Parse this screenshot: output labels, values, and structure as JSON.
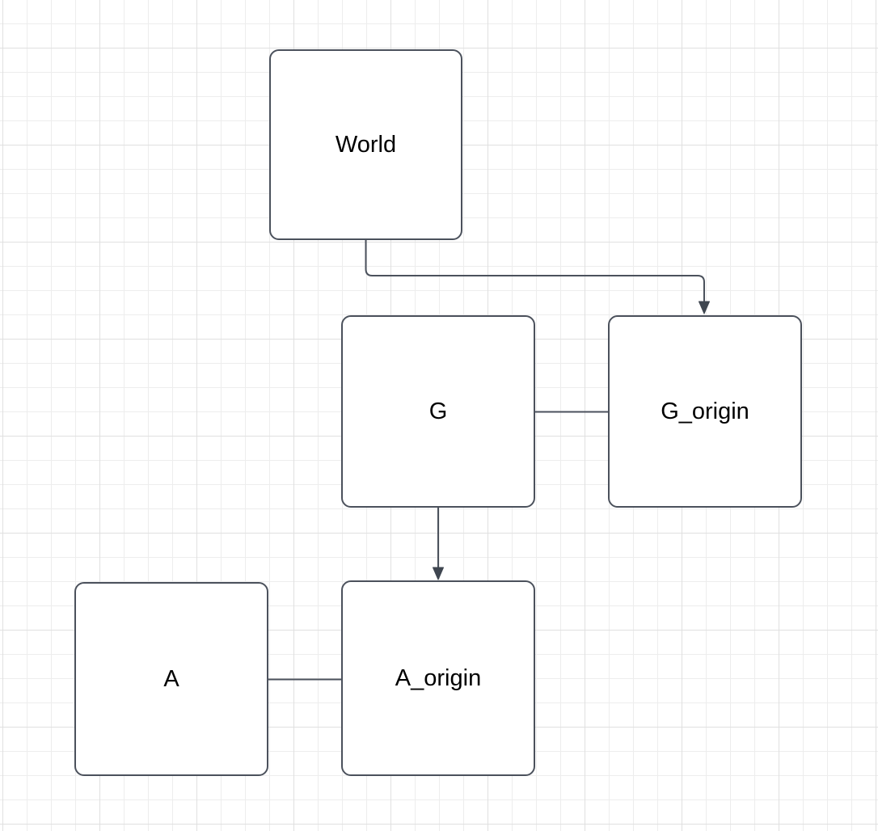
{
  "diagram": {
    "nodes": [
      {
        "id": "world",
        "label": "World"
      },
      {
        "id": "g",
        "label": "G"
      },
      {
        "id": "g_origin",
        "label": "G_origin"
      },
      {
        "id": "a",
        "label": "A"
      },
      {
        "id": "a_origin",
        "label": "A_origin"
      }
    ],
    "edges": [
      {
        "from": "World",
        "to": "G_origin",
        "style": "orthogonal",
        "arrowhead": "filled-triangle"
      },
      {
        "from": "G",
        "to": "G_origin",
        "style": "straight",
        "arrowhead": "none"
      },
      {
        "from": "G",
        "to": "A_origin",
        "style": "straight",
        "arrowhead": "filled-triangle"
      },
      {
        "from": "A",
        "to": "A_origin",
        "style": "straight",
        "arrowhead": "none"
      }
    ]
  },
  "colors": {
    "stroke": "#4b515c",
    "arrow_fill": "#3f4650",
    "node_fill": "#ffffff",
    "label": "#000000",
    "grid_minor": "#ededed",
    "grid_major": "#e0e0e0",
    "background": "#ffffff"
  }
}
